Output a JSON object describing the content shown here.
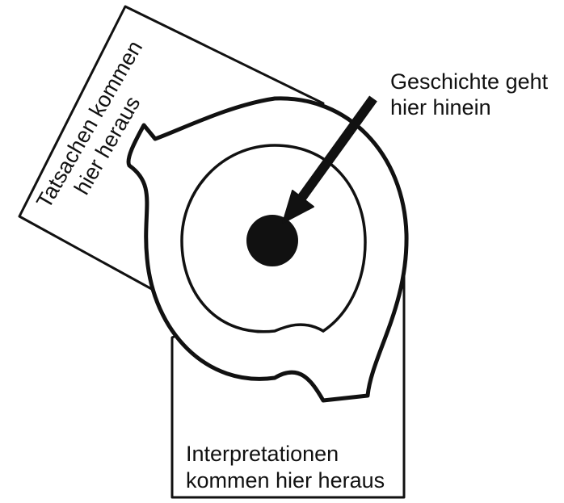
{
  "labels": {
    "input_line1": "Geschichte geht",
    "input_line2": "hier hinein",
    "facts_line1": "Tatsachen kommen",
    "facts_line2": "hier heraus",
    "interp_line1": "Interpretationen",
    "interp_line2": "kommen hier heraus"
  },
  "colors": {
    "ink": "#111111",
    "background": "#ffffff"
  }
}
